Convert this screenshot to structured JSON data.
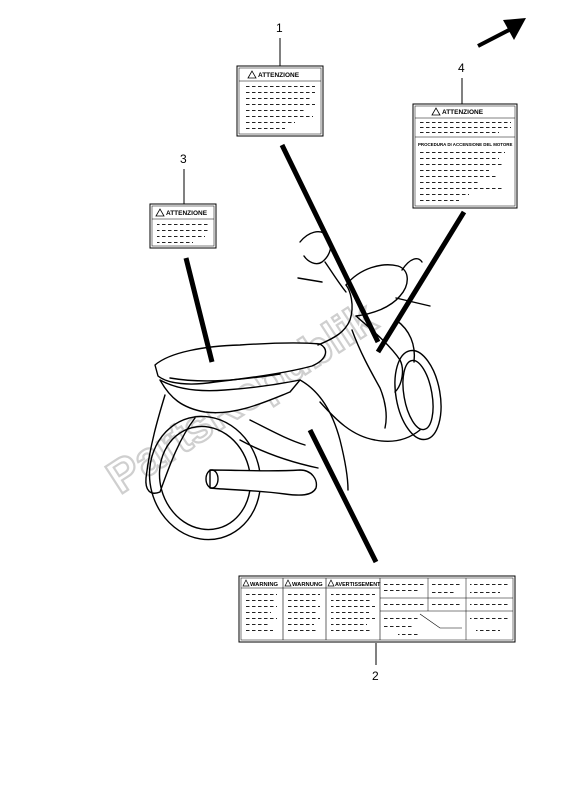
{
  "callouts": {
    "c1": "1",
    "c2": "2",
    "c3": "3",
    "c4": "4"
  },
  "labels": {
    "label1_title": "ATTENZIONE",
    "label3_title": "ATTENZIONE",
    "label4_title": "ATTENZIONE",
    "label4_subtitle": "PROCEDURA DI ACCENSIONE DEL MOTORE",
    "label2_head1": "WARNING",
    "label2_head2": "WARNUNG",
    "label2_head3": "AVERTISSEMENT"
  },
  "watermark": "PartsRepublik",
  "colors": {
    "line": "#000000",
    "watermark": "#d8d8d8"
  },
  "icons": {
    "direction": "arrow-up-right-icon",
    "warning": "warning-triangle-icon"
  }
}
